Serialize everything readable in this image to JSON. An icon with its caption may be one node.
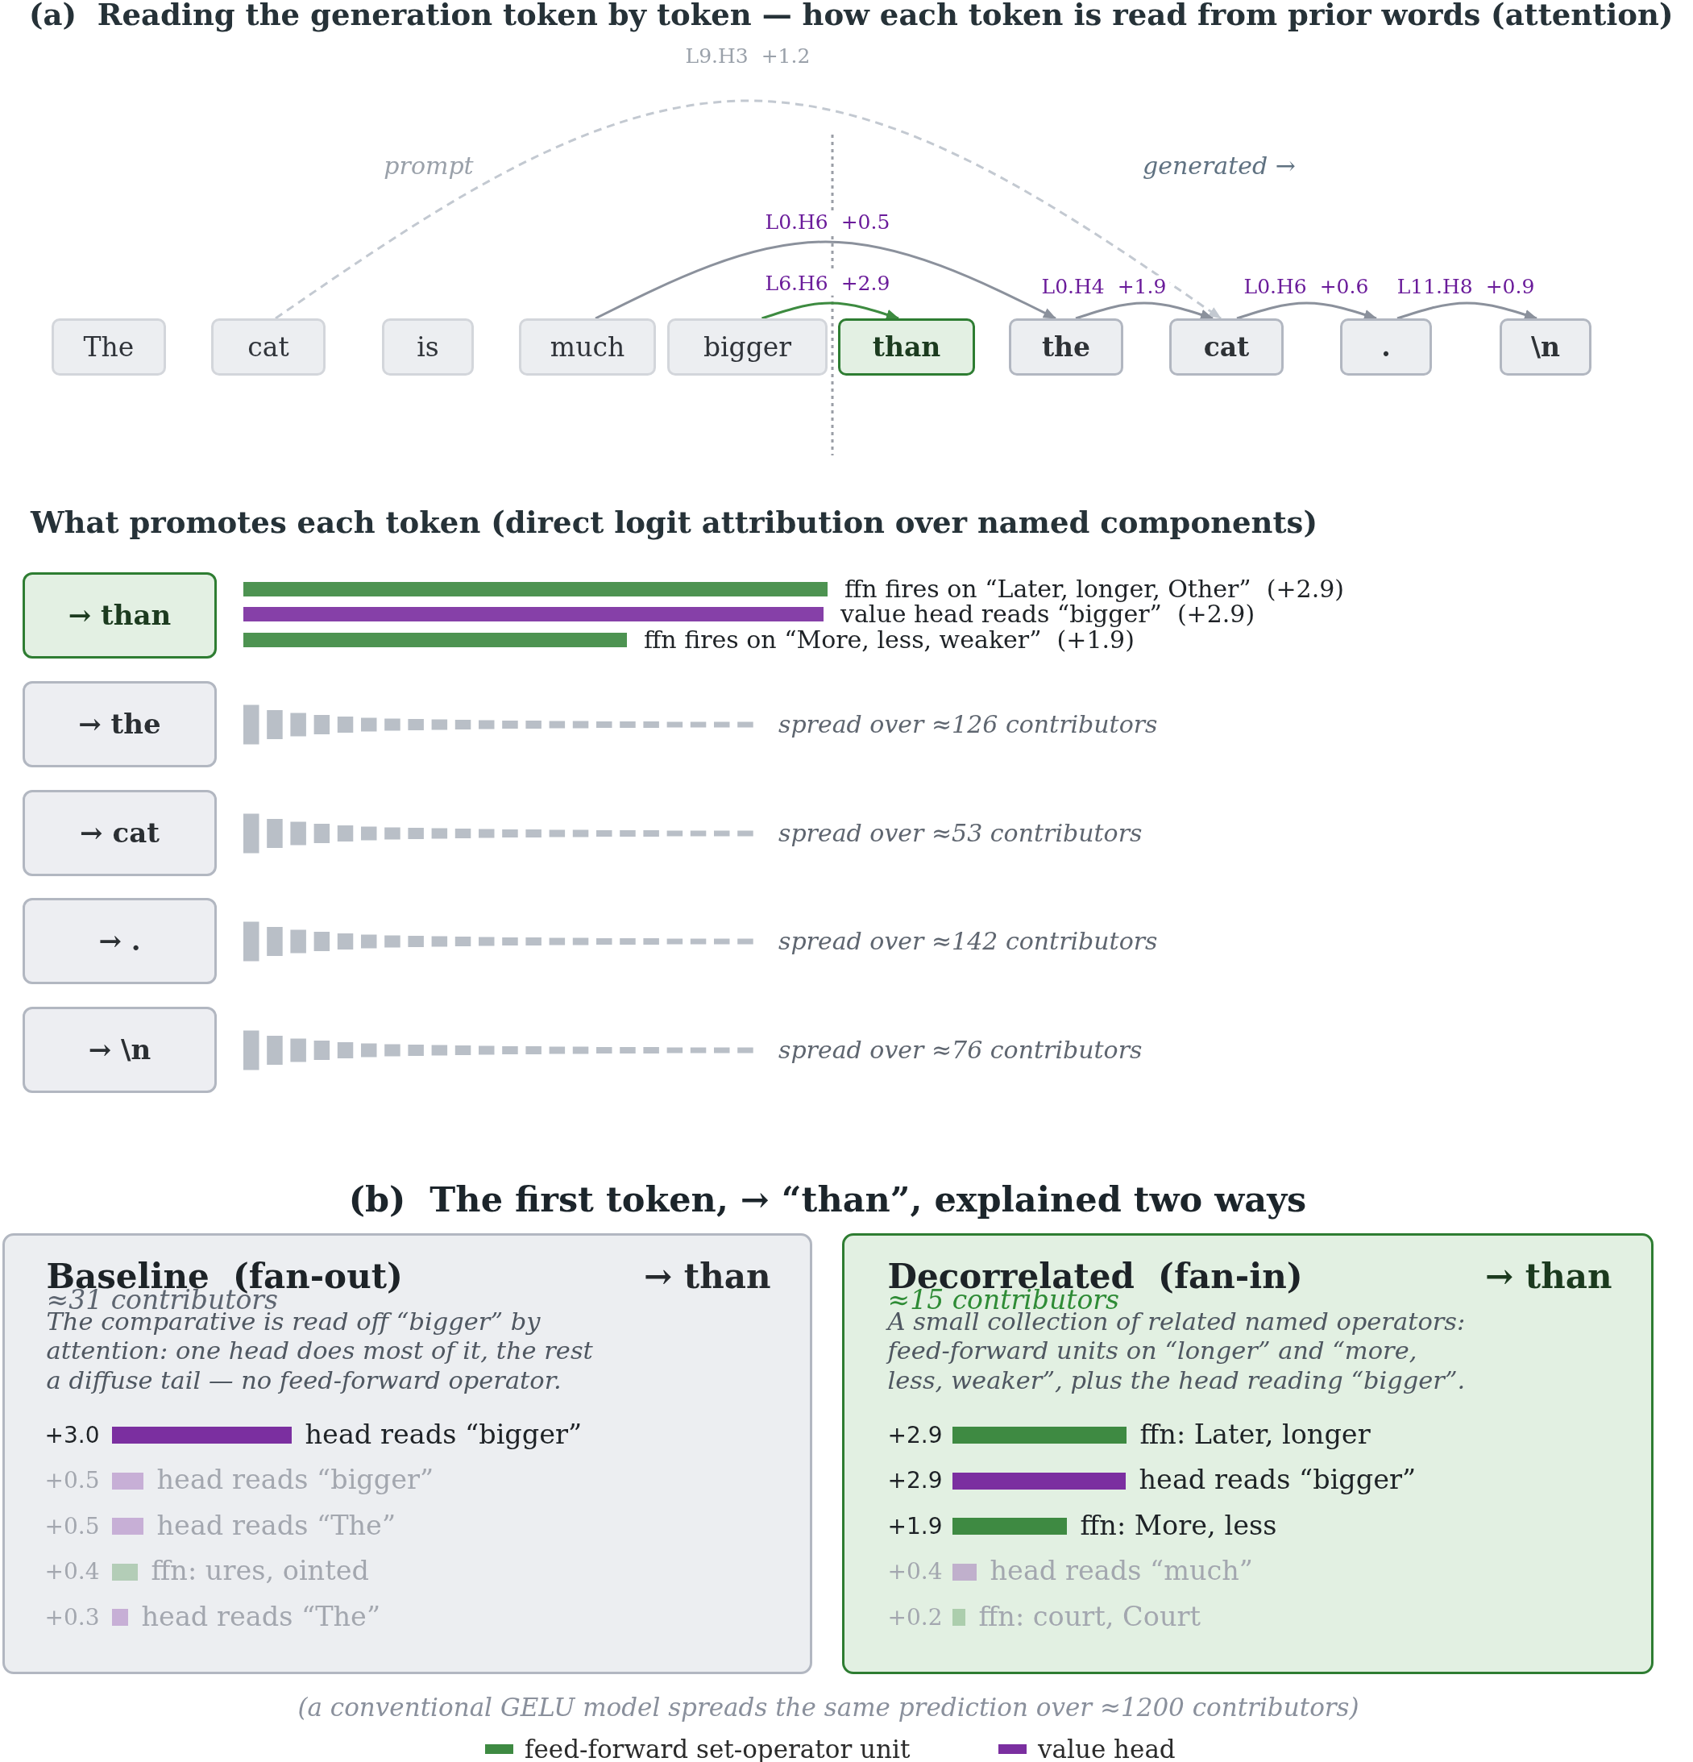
{
  "diagram": {
    "title": "(a)  Reading the generation token by token — how each token is read from prior words (attention)",
    "nodes": [
      {
        "text": [
          "The"
        ]
      },
      {
        "text": [
          "cat"
        ]
      },
      {
        "text": [
          "is"
        ]
      },
      {
        "text": [
          "much"
        ]
      },
      {
        "text": [
          "bigger"
        ]
      },
      {
        "text": [
          "than"
        ]
      },
      {
        "text": [
          "the"
        ]
      },
      {
        "text": [
          "cat"
        ]
      },
      {
        "text": [
          "."
        ]
      },
      {
        "text": [
          "\\n"
        ]
      },
      {
        "text": [
          "→ than"
        ]
      },
      {
        "text": [],
        "shape": "bar",
        "beside": [
          "ffn fires on “Later, longer, Other”  (+2.9)"
        ]
      },
      {
        "text": [],
        "shape": "bar",
        "beside": [
          "value head reads “bigger”  (+2.9)"
        ]
      },
      {
        "text": [],
        "shape": "bar",
        "beside": [
          "ffn fires on “More, less, weaker”  (+1.9)"
        ]
      },
      {
        "text": [
          "→ the"
        ]
      },
      {
        "text": [
          "→ cat"
        ]
      },
      {
        "text": [
          "→ ."
        ]
      },
      {
        "text": [
          "→ \\n"
        ]
      },
      {
        "text": [
          "Baseline  (fan-out)",
          "→ than",
          "≈31 contributors",
          "The comparative is read off “bigger” by attention: one head does most of it, the rest a diffuse tail — no feed-forward operator."
        ]
      },
      {
        "text": [],
        "shape": "bar",
        "in": 18,
        "beside": [
          "+3.0",
          "head reads “bigger”"
        ]
      },
      {
        "text": [],
        "shape": "bar",
        "in": 18,
        "beside": [
          "+0.5",
          "head reads “bigger”"
        ]
      },
      {
        "text": [],
        "shape": "bar",
        "in": 18,
        "beside": [
          "+0.5",
          "head reads “The”"
        ]
      },
      {
        "text": [],
        "shape": "bar",
        "in": 18,
        "beside": [
          "+0.4",
          "ffn: ures, ointed"
        ]
      },
      {
        "text": [],
        "shape": "bar",
        "in": 18,
        "beside": [
          "+0.3",
          "head reads “The”"
        ]
      },
      {
        "text": [
          "Decorrelated  (fan-in)",
          "→ than",
          "≈15 contributors",
          "A small collection of related named operators: feed-forward units on “longer” and “more, less, weaker”, plus the head reading “bigger”."
        ]
      },
      {
        "text": [],
        "shape": "bar",
        "in": 24,
        "beside": [
          "+2.9",
          "ffn: Later, longer"
        ]
      },
      {
        "text": [],
        "shape": "bar",
        "in": 24,
        "beside": [
          "+2.9",
          "head reads “bigger”"
        ]
      },
      {
        "text": [],
        "shape": "bar",
        "in": 24,
        "beside": [
          "+1.9",
          "ffn: More, less"
        ]
      },
      {
        "text": [],
        "shape": "bar",
        "in": 24,
        "beside": [
          "+0.4",
          "head reads “much”"
        ]
      },
      {
        "text": [],
        "shape": "bar",
        "in": 24,
        "beside": [
          "+0.2",
          "ffn: court, Court"
        ]
      }
    ],
    "edges": [
      {
        "from": 1,
        "to": 7,
        "arrow": "to",
        "label": "L9.H3  +1.2",
        "style": "dashed",
        "color": "#c3c9d1"
      },
      {
        "from": 3,
        "to": 6,
        "arrow": "to",
        "label": "L0.H6  +0.5"
      },
      {
        "from": 4,
        "to": 5,
        "arrow": "to",
        "label": "L6.H6  +2.9",
        "color": "#3d8b40"
      },
      {
        "from": 6,
        "to": 7,
        "arrow": "to",
        "label": "L0.H4  +1.9"
      },
      {
        "from": 7,
        "to": 8,
        "arrow": "to",
        "label": "L0.H6  +0.6"
      },
      {
        "from": 8,
        "to": 9,
        "arrow": "to",
        "label": "L11.H8  +0.9"
      }
    ],
    "labels": [
      "prompt",
      "generated →",
      "What promotes each token (direct logit attribution over named components)",
      "spread over ≈126 contributors",
      "spread over ≈53 contributors",
      "spread over ≈142 contributors",
      "spread over ≈76 contributors",
      "(b)  The first token, → “than”, explained two ways",
      "(a conventional GELU model spreads the same prediction over ≈1200 contributors)"
    ],
    "legend": [
      {
        "text": "feed-forward set-operator unit",
        "color": "#3e8a42"
      },
      {
        "text": "value head",
        "color": "#7b2fa0"
      }
    ]
  }
}
